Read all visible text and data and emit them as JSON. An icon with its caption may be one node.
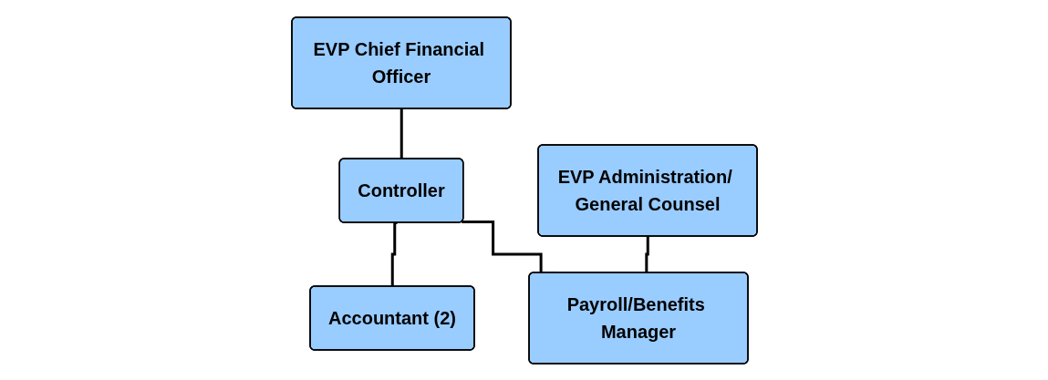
{
  "diagram": {
    "nodes": [
      {
        "text": [
          "EVP Chief Financial Officer"
        ]
      },
      {
        "text": [
          "EVP Administration/ General Counsel"
        ]
      },
      {
        "text": [
          "Controller"
        ]
      },
      {
        "text": [
          "Accountant (2)"
        ]
      },
      {
        "text": [
          "Payroll/Benefits Manager"
        ]
      }
    ],
    "edges": [
      {
        "from": 0,
        "to": 2,
        "arrow": "none"
      },
      {
        "from": 2,
        "to": 3,
        "arrow": "none"
      },
      {
        "from": 2,
        "to": 4,
        "arrow": "none"
      },
      {
        "from": 1,
        "to": 4,
        "arrow": "none"
      }
    ]
  }
}
